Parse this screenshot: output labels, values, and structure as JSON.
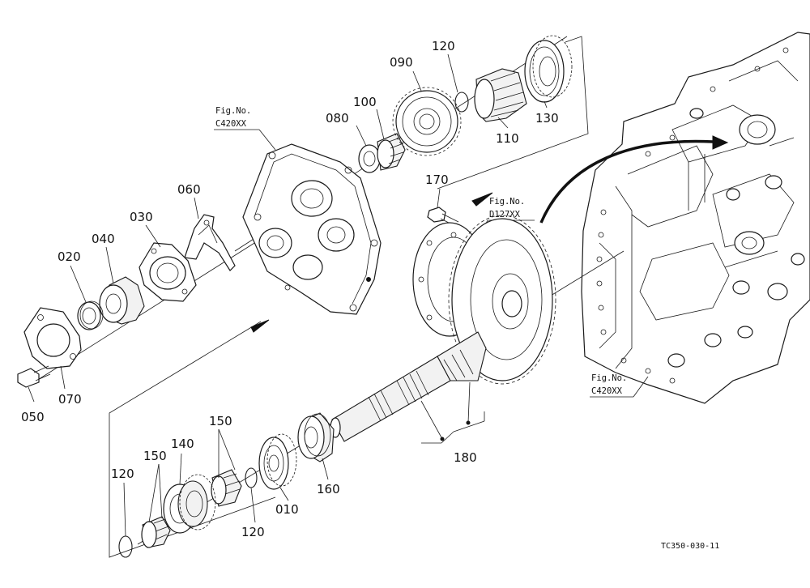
{
  "parts": {
    "p010": "010",
    "p020": "020",
    "p030": "030",
    "p040": "040",
    "p050": "050",
    "p060": "060",
    "p070": "070",
    "p080": "080",
    "p090": "090",
    "p100": "100",
    "p110": "110",
    "p120_top": "120",
    "p120_bl": "120",
    "p120_bm": "120",
    "p130": "130",
    "p140": "140",
    "p150_a": "150",
    "p150_b": "150",
    "p160": "160",
    "p170": "170",
    "p180": "180"
  },
  "fig_refs": {
    "fig_a": {
      "line1": "Fig.No.",
      "line2": "C420XX"
    },
    "fig_b": {
      "line1": "Fig.No.",
      "line2": "D127XX"
    },
    "fig_c": {
      "line1": "Fig.No.",
      "line2": "C420XX"
    }
  },
  "drawing_code": "TC350-030-11"
}
